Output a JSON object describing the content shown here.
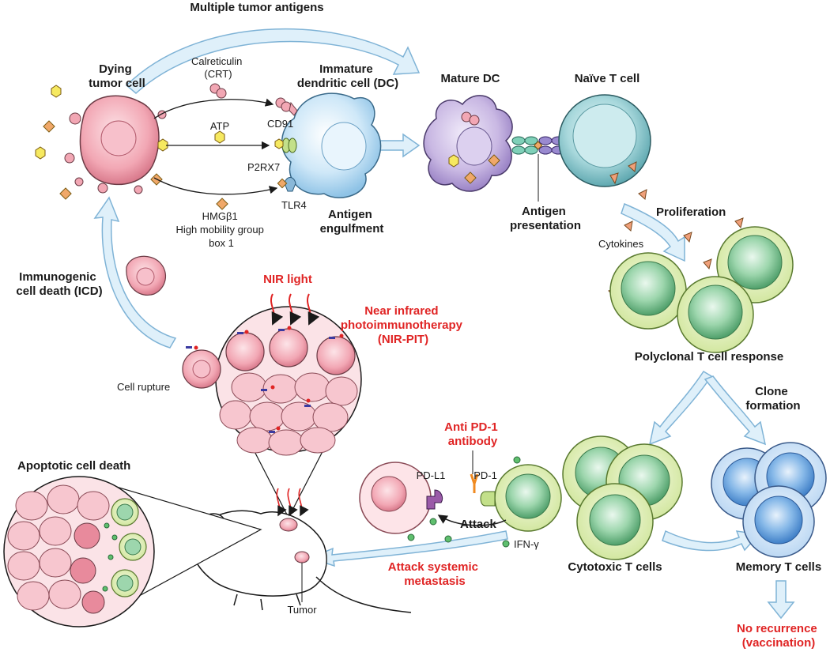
{
  "labels": {
    "multiple_tumor_antigens": "Multiple tumor antigens",
    "dying_tumor_cell": [
      "Dying",
      "tumor cell"
    ],
    "calreticulin": [
      "Calreticulin",
      "(CRT)"
    ],
    "immature_dc": [
      "Immature",
      "dendritic cell (DC)"
    ],
    "mature_dc": "Mature DC",
    "naive_t_cell": "Naïve T cell",
    "atp": "ATP",
    "cd91": "CD91",
    "p2rx7": "P2RX7",
    "tlr4": "TLR4",
    "hmgb1": [
      "HMGβ1",
      "High mobility group",
      "box 1"
    ],
    "antigen_engulfment": [
      "Antigen",
      "engulfment"
    ],
    "antigen_presentation": [
      "Antigen",
      "presentation"
    ],
    "proliferation": "Proliferation",
    "cytokines": "Cytokines",
    "icd": [
      "Immunogenic",
      "cell death (ICD)"
    ],
    "nir_light": "NIR light",
    "nir_pit": [
      "Near infrared",
      "photoimmunotherapy",
      "(NIR-PIT)"
    ],
    "polyclonal": "Polyclonal T cell response",
    "cell_rupture": "Cell rupture",
    "clone_formation": [
      "Clone",
      "formation"
    ],
    "anti_pd1": [
      "Anti PD-1",
      "antibody"
    ],
    "apoptotic": "Apoptotic cell death",
    "pd_l1": "PD-L1",
    "pd_1": "PD-1",
    "attack": "Attack",
    "ifn_gamma": "IFN-γ",
    "cytotoxic": "Cytotoxic T cells",
    "memory": "Memory T cells",
    "attack_metastasis": [
      "Attack systemic",
      "metastasis"
    ],
    "tumor": "Tumor",
    "no_recurrence": [
      "No recurrence",
      "(vaccination)"
    ]
  },
  "colors": {
    "tumor_pink": "#f2a7b4",
    "dc_blue": "#bfe0f5",
    "mature_dc_purple": "#c9b8e3",
    "naive_teal": "#9fd3d8",
    "t_green": "#8ecfa3",
    "memory_blue": "#6fa8e0",
    "arrow_fill": "#d9eef8",
    "accent_red": "#e02424"
  }
}
